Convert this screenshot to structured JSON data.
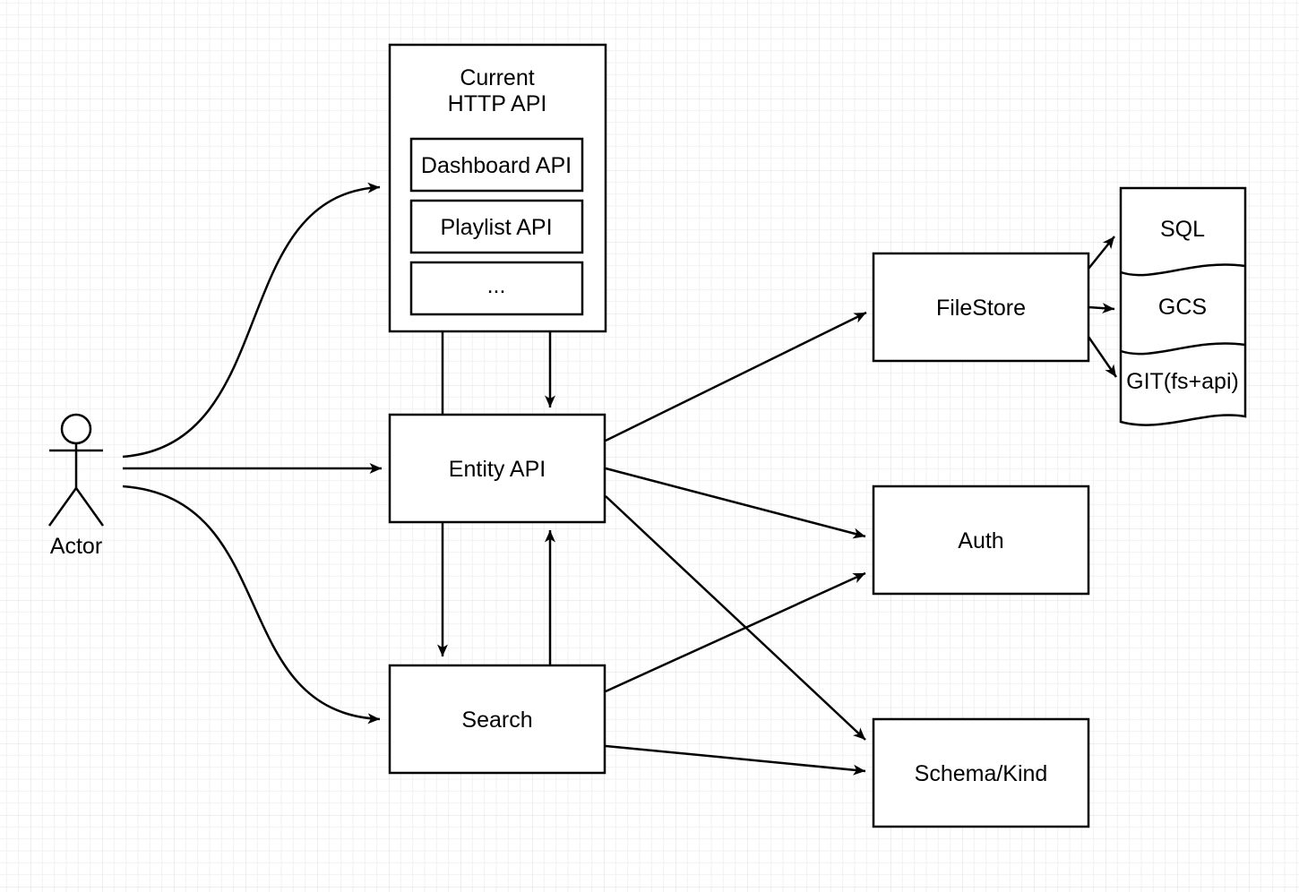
{
  "canvas": {
    "background": "#ffffff",
    "grid_minor_color": "#f2f2f2",
    "grid_major_color": "#dcdcdc",
    "stroke_color": "#000000"
  },
  "actor": {
    "label": "Actor"
  },
  "nodes": {
    "current_http_api": {
      "title_line1": "Current",
      "title_line2": "HTTP API",
      "children": [
        {
          "label": "Dashboard API"
        },
        {
          "label": "Playlist API"
        },
        {
          "label": "..."
        }
      ]
    },
    "entity_api": {
      "label": "Entity API"
    },
    "search": {
      "label": "Search"
    },
    "filestore": {
      "label": "FileStore"
    },
    "auth": {
      "label": "Auth"
    },
    "schema_kind": {
      "label": "Schema/Kind"
    },
    "datastores": [
      {
        "label": "SQL"
      },
      {
        "label": "GCS"
      },
      {
        "label": "GIT(fs+api)"
      }
    ]
  },
  "edges": [
    {
      "from": "Actor",
      "to": "Current HTTP API",
      "arrow": true,
      "style": "curved"
    },
    {
      "from": "Actor",
      "to": "Entity API",
      "arrow": true,
      "style": "straight"
    },
    {
      "from": "Actor",
      "to": "Search",
      "arrow": true,
      "style": "curved"
    },
    {
      "from": "Current HTTP API",
      "to": "Entity API",
      "arrow": false,
      "style": "straight"
    },
    {
      "from": "Current HTTP API",
      "to": "Entity API",
      "arrow": true,
      "style": "straight"
    },
    {
      "from": "Entity API",
      "to": "Search",
      "arrow": true,
      "style": "straight"
    },
    {
      "from": "Search",
      "to": "Entity API",
      "arrow": true,
      "style": "straight"
    },
    {
      "from": "Entity API",
      "to": "FileStore",
      "arrow": true,
      "style": "straight"
    },
    {
      "from": "Entity API",
      "to": "Auth",
      "arrow": true,
      "style": "straight"
    },
    {
      "from": "Entity API",
      "to": "Schema/Kind",
      "arrow": true,
      "style": "straight"
    },
    {
      "from": "Search",
      "to": "Auth",
      "arrow": true,
      "style": "straight"
    },
    {
      "from": "Search",
      "to": "Schema/Kind",
      "arrow": true,
      "style": "straight"
    },
    {
      "from": "FileStore",
      "to": "SQL",
      "arrow": true,
      "style": "straight"
    },
    {
      "from": "FileStore",
      "to": "GCS",
      "arrow": true,
      "style": "straight"
    },
    {
      "from": "FileStore",
      "to": "GIT(fs+api)",
      "arrow": true,
      "style": "straight"
    }
  ]
}
